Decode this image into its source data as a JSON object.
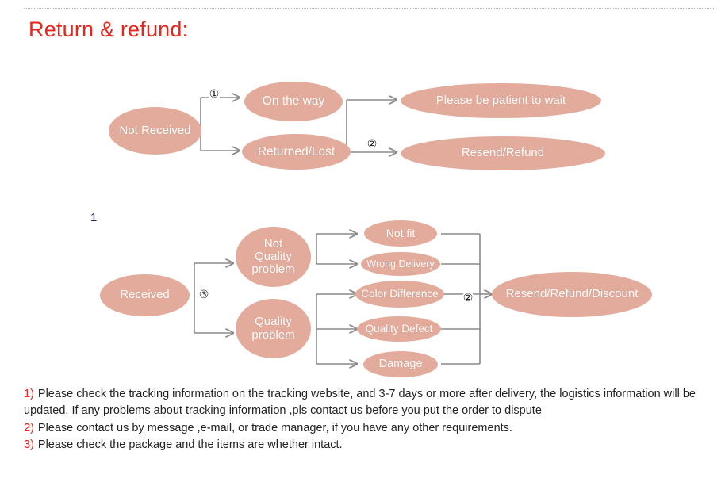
{
  "page": {
    "title": "Return & refund:",
    "stray_label": "1",
    "accent_color": "#e8261c",
    "node_fill": "#e3ab9b",
    "connector_color": "#808080",
    "node_text_color": "#ffffff"
  },
  "flow_top": {
    "nodes": [
      {
        "id": "not-received",
        "label": "Not Received"
      },
      {
        "id": "on-the-way",
        "label": "On the way"
      },
      {
        "id": "returned-lost",
        "label": "Returned/Lost"
      },
      {
        "id": "please-wait",
        "label": "Please be patient to wait"
      },
      {
        "id": "resend-refund",
        "label": "Resend/Refund"
      }
    ],
    "badges": [
      {
        "id": "badge-1",
        "label": "①"
      },
      {
        "id": "badge-2",
        "label": "②"
      }
    ]
  },
  "flow_bottom": {
    "nodes": [
      {
        "id": "received",
        "label": "Received"
      },
      {
        "id": "not-quality-problem",
        "label": "Not\nQuality\nproblem"
      },
      {
        "id": "quality-problem",
        "label": "Quality\nproblem"
      },
      {
        "id": "not-fit",
        "label": "Not fit"
      },
      {
        "id": "wrong-delivery",
        "label": "Wrong Delivery"
      },
      {
        "id": "color-difference",
        "label": "Color Difference"
      },
      {
        "id": "quality-defect",
        "label": "Quality Defect"
      },
      {
        "id": "damage",
        "label": "Damage"
      },
      {
        "id": "resend-refund-discount",
        "label": "Resend/Refund/Discount"
      }
    ],
    "badges": [
      {
        "id": "badge-3",
        "label": "③"
      },
      {
        "id": "badge-2b",
        "label": "②"
      }
    ]
  },
  "notes": [
    {
      "number": "1)",
      "text": "Please check the tracking information on the tracking website, and 3-7 days or more after delivery, the logistics information will be updated. If any problems about tracking information ,pls contact us before you put the order to dispute"
    },
    {
      "number": "2)",
      "text": "Please contact us by message ,e-mail, or trade manager, if you have any other requirements."
    },
    {
      "number": "3)",
      "text": "Please check the package and the items are whether intact."
    }
  ]
}
